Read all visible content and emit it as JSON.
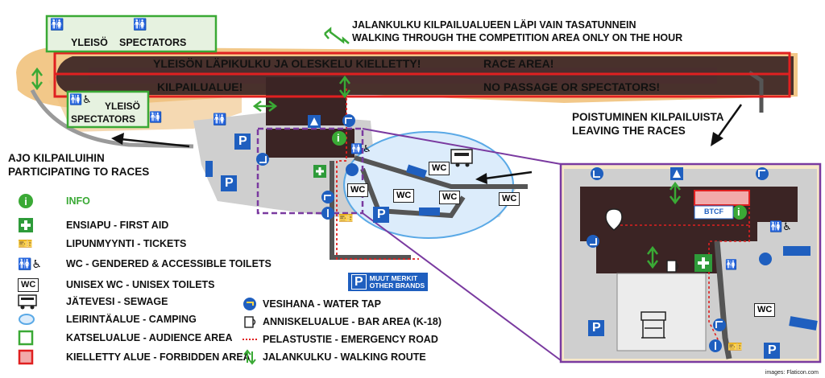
{
  "notice": {
    "line1": "JALANKULKU KILPAILUALUEEN LÄPI VAIN TASATUNNEIN",
    "line2": "WALKING THROUGH THE COMPETITION AREA ONLY ON THE HOUR"
  },
  "track_labels": {
    "top_left": "YLEISÖN LÄPIKULKU JA OLESKELU KIELLETTY!",
    "top_right": "RACE AREA!",
    "bottom_left": "KILPAILUALUE!",
    "bottom_right": "NO PASSAGE OR SPECTATORS!"
  },
  "spectator_areas": {
    "top": {
      "fi": "YLEISÖ",
      "en": "SPECTATORS"
    },
    "mid": {
      "fi": "YLEISÖ",
      "en": "SPECTATORS"
    }
  },
  "directions": {
    "arrive_line1": "AJO KILPAILUIHIN",
    "arrive_line2": "PARTICIPATING TO RACES",
    "leave_line1": "POISTUMINEN KILPAILUISTA",
    "leave_line2": "LEAVING THE RACES"
  },
  "map_text": {
    "wc": "WC",
    "parking": "P",
    "info_i": "i",
    "btcf": "BTCF",
    "other_brands_line1": "MUUT MERKIT",
    "other_brands_line2": "OTHER BRANDS"
  },
  "legend": [
    {
      "icon": "info-icon",
      "label": "INFO",
      "color": "#3aa935"
    },
    {
      "icon": "first-aid-icon",
      "label": "ENSIAPU - FIRST AID",
      "color": "#2e9b3a"
    },
    {
      "icon": "ticket-hand-icon",
      "label": "LIPUNMYYNTI - TICKETS"
    },
    {
      "icon": "toilets-icon",
      "label": "WC - GENDERED & ACCESSIBLE TOILETS"
    },
    {
      "icon": "wc-box-icon",
      "label": "UNISEX WC - UNISEX TOILETS"
    },
    {
      "icon": "caravan-icon",
      "label": "JÄTEVESI - SEWAGE"
    },
    {
      "icon": "camping-oval-icon",
      "label": "LEIRINTÄALUE - CAMPING",
      "color": "#5aa9e6"
    },
    {
      "icon": "audience-square-icon",
      "label": "KATSELUALUE - AUDIENCE AREA",
      "color": "#3aa935"
    },
    {
      "icon": "forbidden-square-icon",
      "label": "KIELLETTY ALUE - FORBIDDEN AREA",
      "color": "#e02020"
    }
  ],
  "legend2": [
    {
      "icon": "water-tap-icon",
      "label": "VESIHANA - WATER TAP"
    },
    {
      "icon": "beer-mug-icon",
      "label": "ANNISKELUALUE - BAR AREA (K-18)"
    },
    {
      "icon": "emergency-road-icon",
      "label": "PELASTUSTIE - EMERGENCY ROAD",
      "color": "#e02020"
    },
    {
      "icon": "walking-route-icon",
      "label": "JALANKULKU - WALKING ROUTE",
      "color": "#3aa935"
    }
  ],
  "credit": "images: Flaticon.com",
  "colors": {
    "track": "#3b2424",
    "sand": "#f2c889",
    "ground": "#cfcfcf",
    "forbidden": "#e02020",
    "audience": "#3aa935",
    "parking": "#2a6fcf",
    "detail_frame": "#7a3aa0"
  }
}
